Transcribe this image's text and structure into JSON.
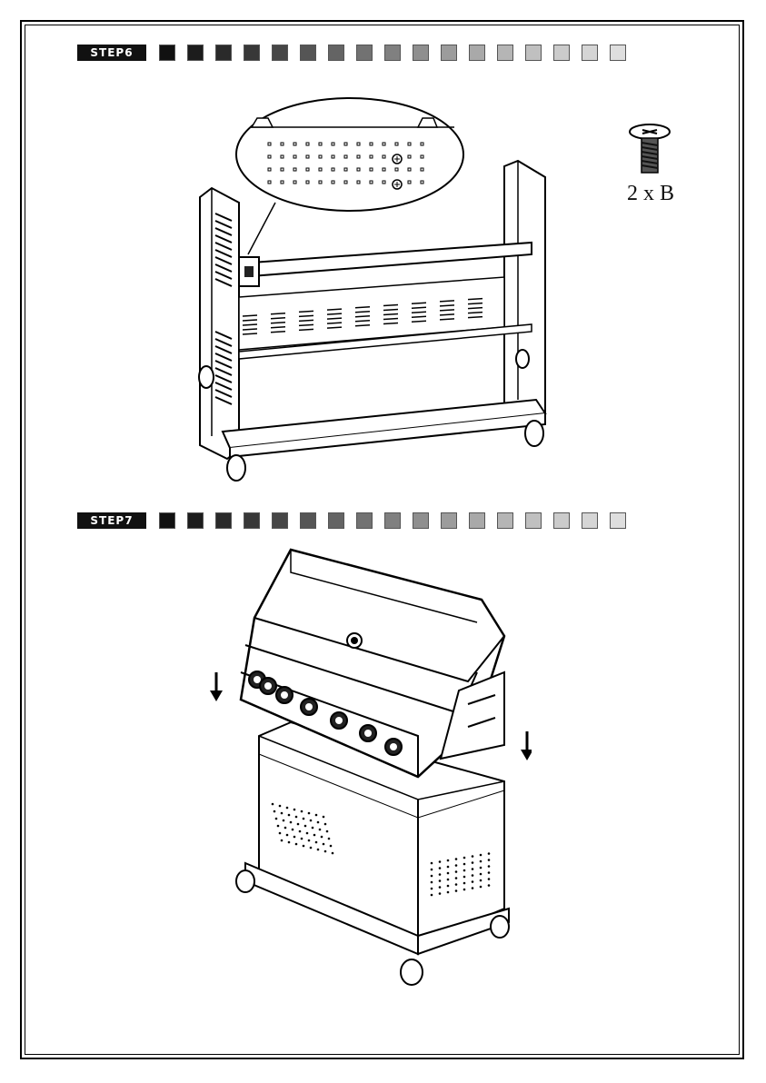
{
  "step6": {
    "label": "STEP6"
  },
  "step7": {
    "label": "STEP7"
  },
  "hardware": {
    "quantity_text": "2 x B",
    "icon": "screw-icon"
  },
  "progress_squares": [
    "#111111",
    "#1c1c1c",
    "#2a2a2a",
    "#383838",
    "#464646",
    "#555555",
    "#646464",
    "#727272",
    "#808080",
    "#8f8f8f",
    "#9c9c9c",
    "#a9a9a9",
    "#b5b5b5",
    "#c0c0c0",
    "#cbcbcb",
    "#d5d5d5",
    "#dedede"
  ]
}
